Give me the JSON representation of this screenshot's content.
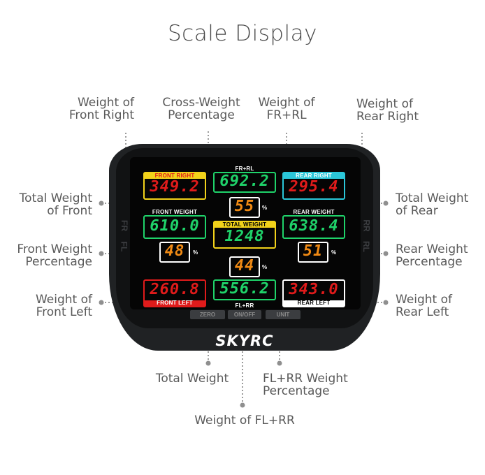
{
  "title": "Scale Display",
  "labels": {
    "front_right": [
      "Weight of",
      "Front Right"
    ],
    "cross_weight": [
      "Cross-Weight",
      "Percentage"
    ],
    "fr_rl": [
      "Weight of",
      "FR+RL"
    ],
    "rear_right": [
      "Weight of",
      "Rear Right"
    ],
    "total_front": [
      "Total Weight",
      "of Front"
    ],
    "total_rear": [
      "Total Weight",
      "of Rear"
    ],
    "front_pct": [
      "Front Weight",
      "Percentage"
    ],
    "rear_pct": [
      "Rear Weight",
      "Percentage"
    ],
    "front_left": [
      "Weight of",
      "Front Left"
    ],
    "rear_left": [
      "Weight of",
      "Rear Left"
    ],
    "total_weight": "Total Weight",
    "flrr_pct": [
      "FL+RR Weight",
      "Percentage"
    ],
    "fl_rr": "Weight of FL+RR"
  },
  "display": {
    "front_right": {
      "caption": "FRONT RIGHT",
      "value": "349.2",
      "color": "#e01b1b",
      "border": "#f2d21a"
    },
    "fr_rl": {
      "caption": "FR+RL",
      "value": "692.2",
      "color": "#1fd36a",
      "border": "#1fd36a"
    },
    "rear_right": {
      "caption": "REAR RIGHT",
      "value": "295.4",
      "color": "#e01b1b",
      "border": "#2bc7d9"
    },
    "cross_pct": {
      "value": "55",
      "unit": "%",
      "color": "#f08a14"
    },
    "front_weight": {
      "caption": "FRONT WEIGHT",
      "value": "610.0",
      "color": "#1fd36a",
      "border": "#1fd36a"
    },
    "total_weight": {
      "caption": "TOTAL WEIGHT",
      "value": "1248",
      "color": "#1fd36a",
      "border": "#f2d21a"
    },
    "rear_weight": {
      "caption": "REAR WEIGHT",
      "value": "638.4",
      "color": "#1fd36a",
      "border": "#1fd36a"
    },
    "front_pct": {
      "value": "48",
      "unit": "%",
      "color": "#f08a14"
    },
    "rear_pct": {
      "value": "51",
      "unit": "%",
      "color": "#f08a14"
    },
    "flrr_pct": {
      "value": "44",
      "unit": "%",
      "color": "#f08a14"
    },
    "front_left": {
      "caption": "FRONT LEFT",
      "value": "260.8",
      "color": "#e01b1b",
      "border": "#e01b1b"
    },
    "fl_rr": {
      "caption": "FL+RR",
      "value": "556.2",
      "color": "#1fd36a",
      "border": "#1fd36a"
    },
    "rear_left": {
      "caption": "REAR LEFT",
      "value": "343.0",
      "color": "#e01b1b",
      "border": "#ffffff"
    }
  },
  "buttons": {
    "zero": "ZERO",
    "onoff": "ON/OFF",
    "unit": "UNIT"
  },
  "brand": "SKYRC",
  "side": {
    "left_top": "FR",
    "left_bottom": "FL",
    "right_top": "RR",
    "right_bottom": "RL"
  }
}
